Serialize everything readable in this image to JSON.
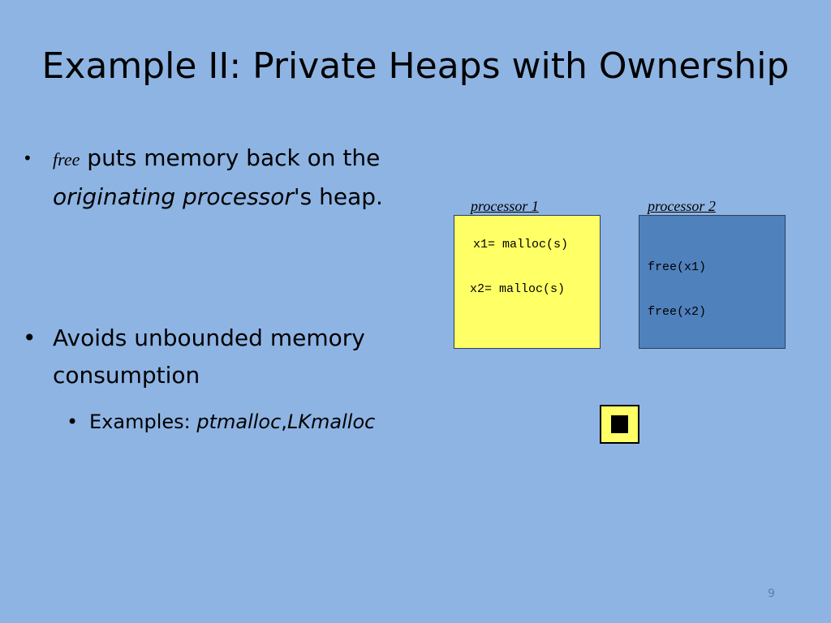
{
  "slide": {
    "title": "Example II: Private Heaps with Ownership",
    "page_number": "9"
  },
  "bullets": [
    {
      "marker": "•",
      "parts": [
        "free",
        " puts memory back on the ",
        "originating processor",
        "'s heap."
      ]
    },
    {
      "marker": "•",
      "parts": [
        "Avoids unbounded memory consumption"
      ]
    }
  ],
  "subbullet": {
    "marker": "•",
    "prefix": "Examples: ",
    "item1": "ptmalloc",
    "separator": ",",
    "item2": "LKmalloc"
  },
  "diagram": {
    "processor1": {
      "label": "processor 1",
      "lines": [
        "x1= malloc(s)",
        "x2= malloc(s)"
      ],
      "color": "#ffff66"
    },
    "processor2": {
      "label": "processor 2",
      "lines": [
        "free(x1)",
        "free(x2)"
      ],
      "color": "#4f81bd"
    }
  },
  "colors": {
    "background": "#8eb4e3",
    "marker_fill": "#ffff66"
  },
  "icons": {
    "marker": "stop-square-icon"
  }
}
